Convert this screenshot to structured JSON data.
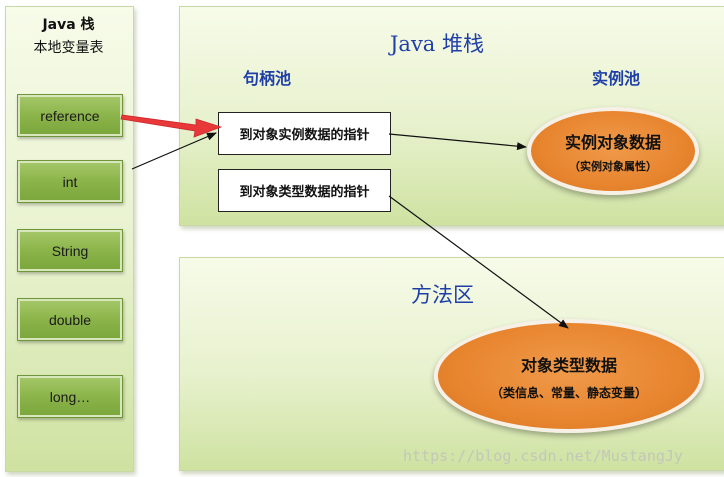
{
  "stack": {
    "title": "Java 栈",
    "subtitle": "本地变量表",
    "items": [
      "reference",
      "int",
      "String",
      "double",
      "long…"
    ]
  },
  "heap": {
    "title": "Java 堆栈",
    "handle_pool": "句柄池",
    "instance_pool": "实例池",
    "pointer_instance": "到对象实例数据的指针",
    "pointer_type": "到对象类型数据的指针",
    "instance_data": {
      "main": "实例对象数据",
      "sub": "（实例对象属性）"
    }
  },
  "method_area": {
    "title": "方法区",
    "type_data": {
      "main": "对象类型数据",
      "sub": "（类信息、常量、静态变量）"
    }
  },
  "watermark": "https://blog.csdn.net/MustangJy",
  "colors": {
    "panel": "#e7f1cd",
    "stack_item": "#8bb44a",
    "heading": "#1f3fa8",
    "ellipse": "#e8852f",
    "red_arrow": "#e8383a"
  }
}
